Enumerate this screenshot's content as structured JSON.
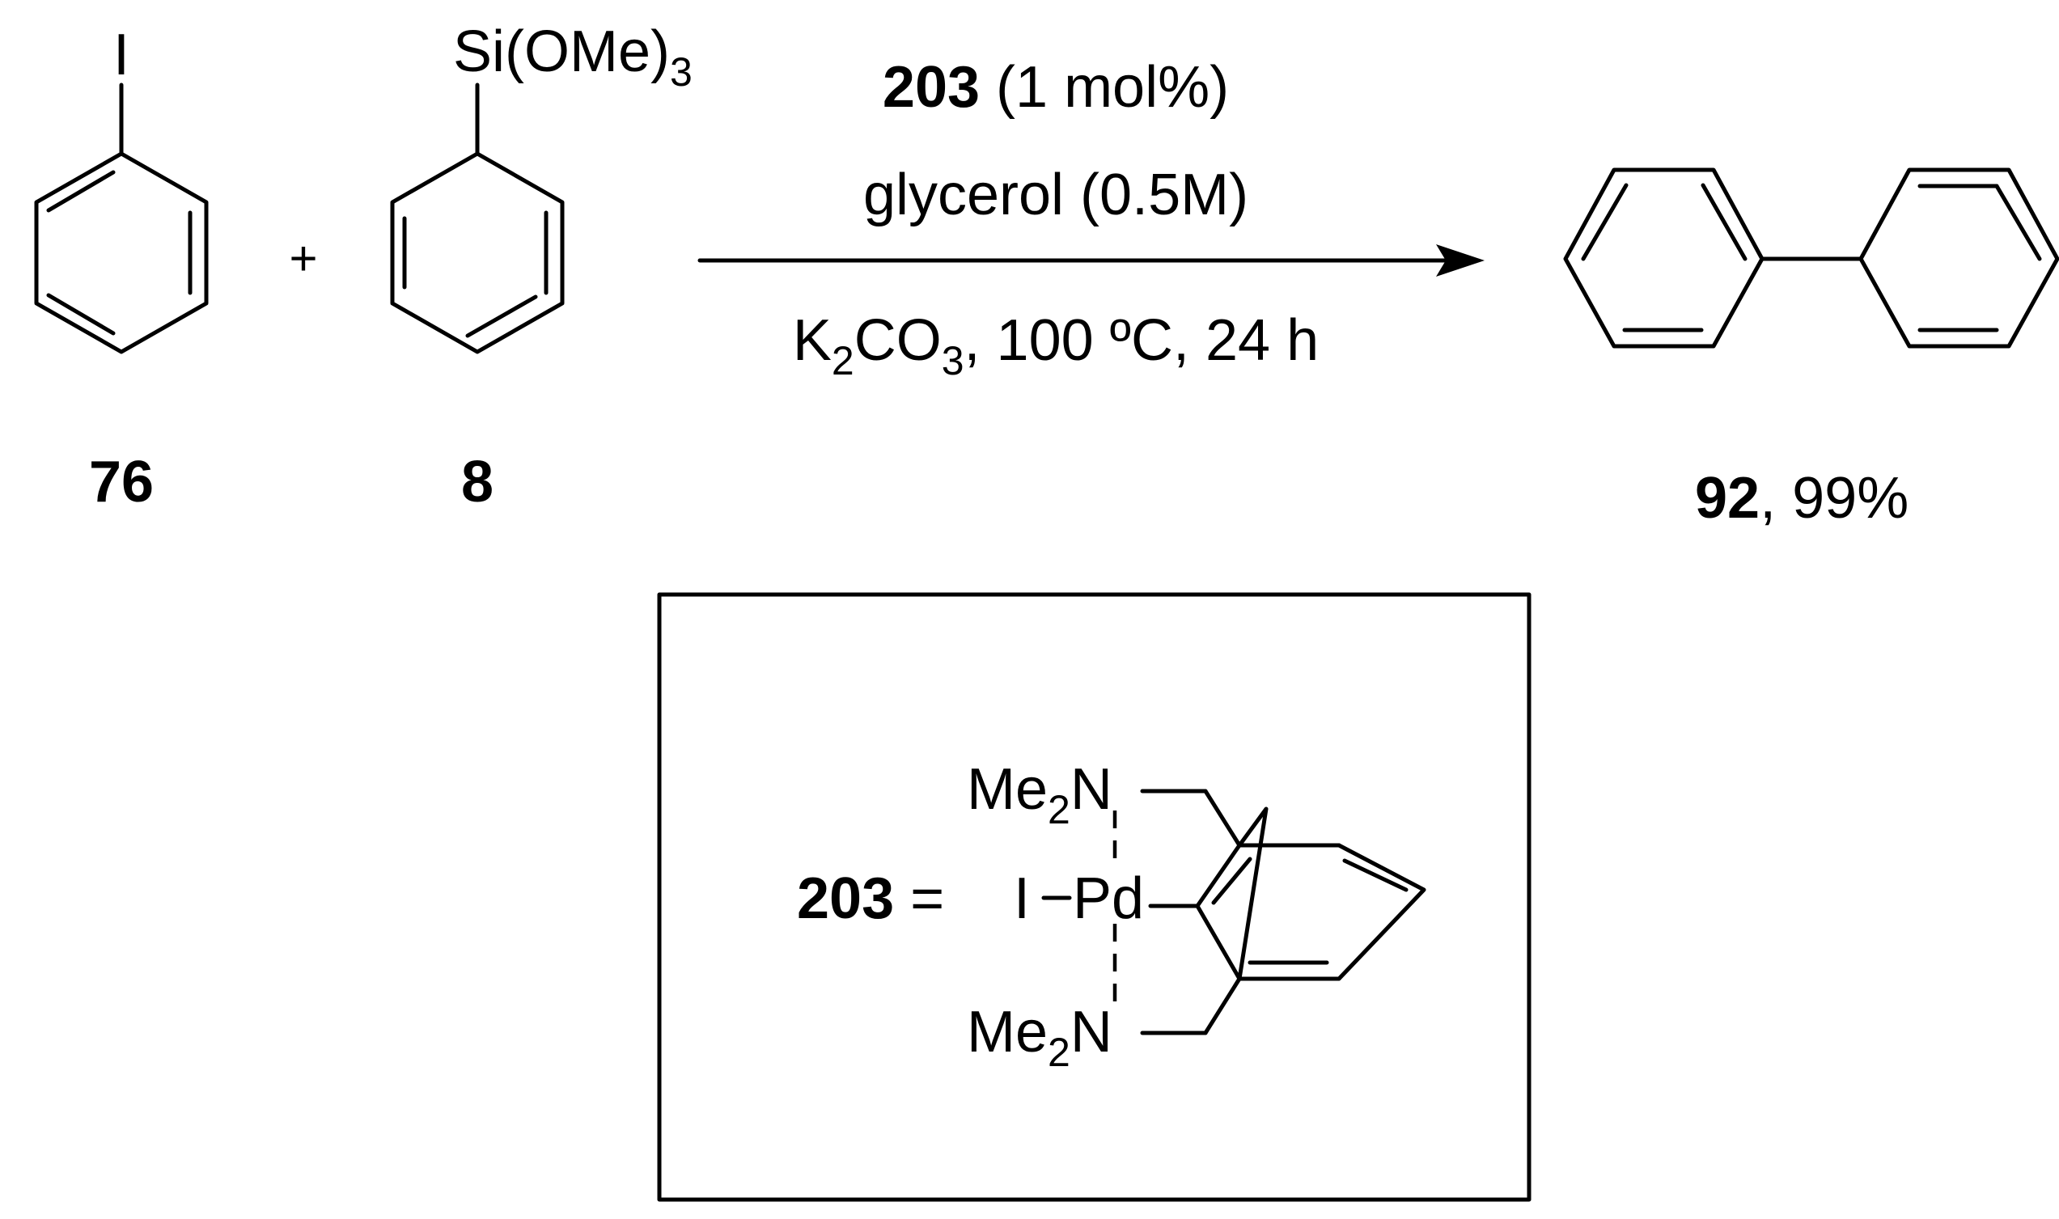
{
  "scheme": {
    "reactant1": {
      "substituent": "I",
      "label": "76"
    },
    "plus": "+",
    "reactant2": {
      "substituent_pre": "Si(OMe)",
      "substituent_sub": "3",
      "label": "8"
    },
    "conditions": {
      "catalyst_bold": "203",
      "catalyst_rest": " (1 mol%)",
      "solvent": "glycerol (0.5M)",
      "base_k": "K",
      "base_k_sub": "2",
      "base_co": "CO",
      "base_co_sub": "3",
      "base_rest": ", 100 ºC, 24 h"
    },
    "product": {
      "label_bold": "92",
      "yield": ", 99%"
    }
  },
  "catalyst_box": {
    "label_bold": "203",
    "equals": " =",
    "iodide": "I",
    "metal": "Pd",
    "amine_top_pre": "Me",
    "amine_top_sub": "2",
    "amine_top_n": "N",
    "amine_bottom_pre": "Me",
    "amine_bottom_sub": "2",
    "amine_bottom_n": "N"
  }
}
